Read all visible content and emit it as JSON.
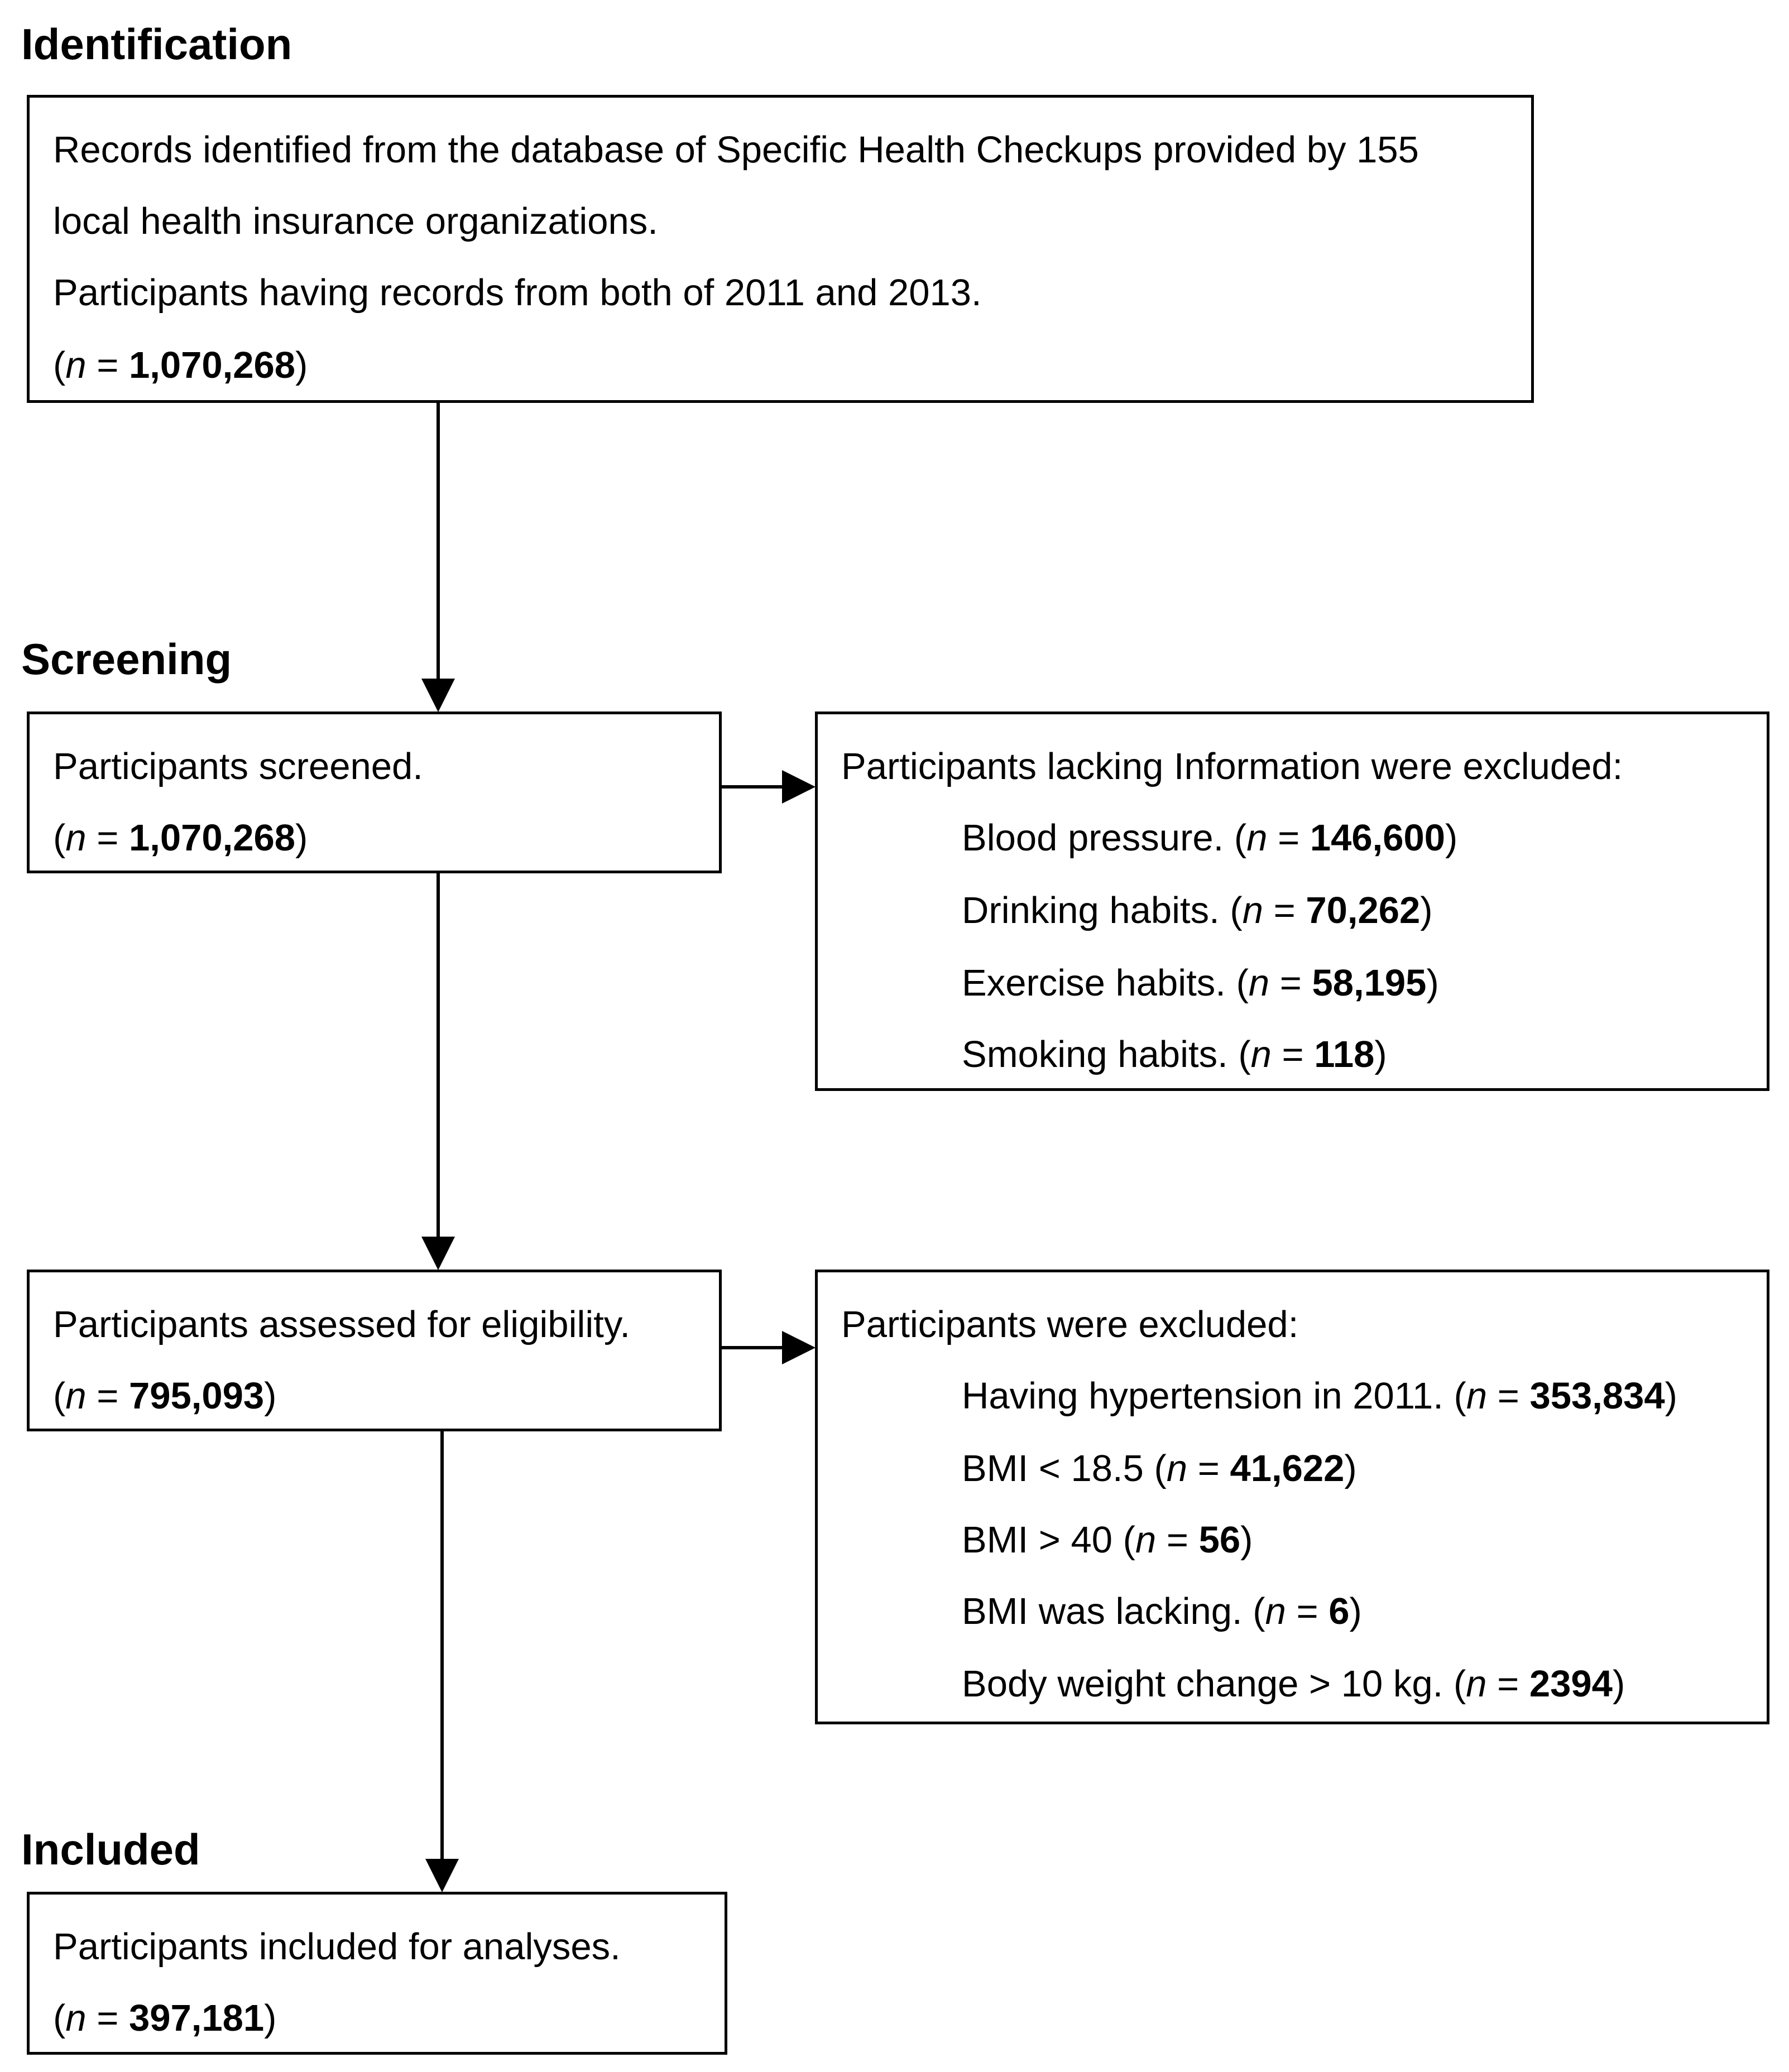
{
  "sections": {
    "identification": "Identification",
    "screening": "Screening",
    "included": "Included"
  },
  "boxes": {
    "records": {
      "lines": [
        "Records identified from the database of Specific Health Checkups provided by 155",
        "local health insurance organizations.",
        "Participants having records from both of 2011 and 2013."
      ],
      "n": "1,070,268"
    },
    "screened": {
      "text": "Participants screened.",
      "n": "1,070,268"
    },
    "excluded_info": {
      "title": "Participants lacking Information were excluded:",
      "items": [
        {
          "label": "Blood pressure.",
          "n": "146,600"
        },
        {
          "label": "Drinking habits.",
          "n": "70,262"
        },
        {
          "label": "Exercise habits.",
          "n": "58,195"
        },
        {
          "label": "Smoking habits.",
          "n": "118"
        }
      ]
    },
    "assessed": {
      "text": "Participants assessed for eligibility.",
      "n": "795,093"
    },
    "excluded_eligibility": {
      "title": "Participants were excluded:",
      "items": [
        {
          "label": "Having hypertension in 2011.",
          "n": "353,834"
        },
        {
          "label": "BMI < 18.5",
          "n": "41,622"
        },
        {
          "label": "BMI > 40",
          "n": "56"
        },
        {
          "label": "BMI was lacking.",
          "n": "6"
        },
        {
          "label": "Body weight change > 10 kg.",
          "n": "2394"
        }
      ]
    },
    "included": {
      "text": "Participants included for analyses.",
      "n": "397,181"
    }
  },
  "notation": {
    "open": "(",
    "var": "n",
    "eq": " = ",
    "close": ")"
  }
}
